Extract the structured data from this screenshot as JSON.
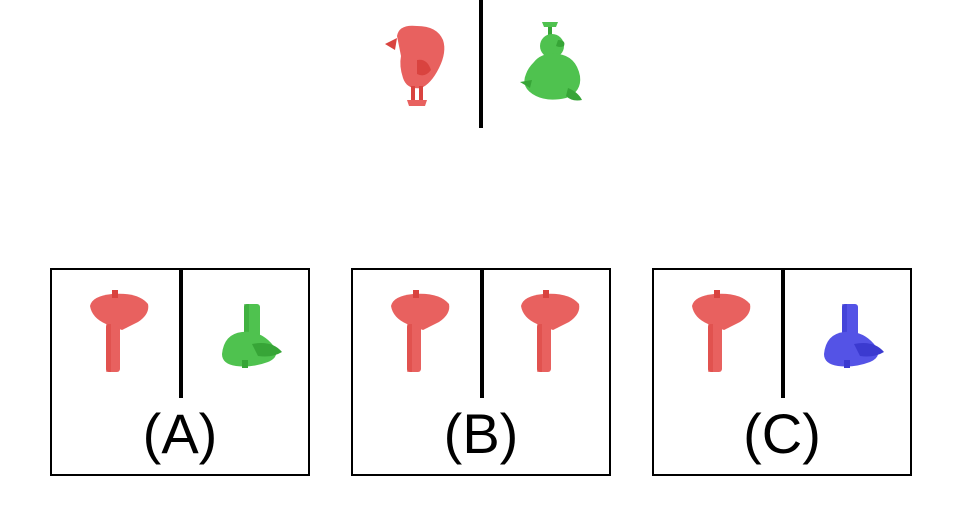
{
  "colors": {
    "red": "#e8615f",
    "red_dark": "#d9433f",
    "green": "#4fc24f",
    "green_dark": "#37a537",
    "blue": "#5453e6",
    "blue_dark": "#3b3ad0"
  },
  "exemplar": {
    "left_icon": "red-bird-icon",
    "right_icon": "green-bird-icon"
  },
  "options": [
    {
      "label": "(A)",
      "left_icon": "red-sink-icon",
      "right_icon": "green-sink-tilted-icon"
    },
    {
      "label": "(B)",
      "left_icon": "red-sink-icon",
      "right_icon": "red-sink-icon"
    },
    {
      "label": "(C)",
      "left_icon": "red-sink-icon",
      "right_icon": "blue-sink-tilted-icon"
    }
  ]
}
